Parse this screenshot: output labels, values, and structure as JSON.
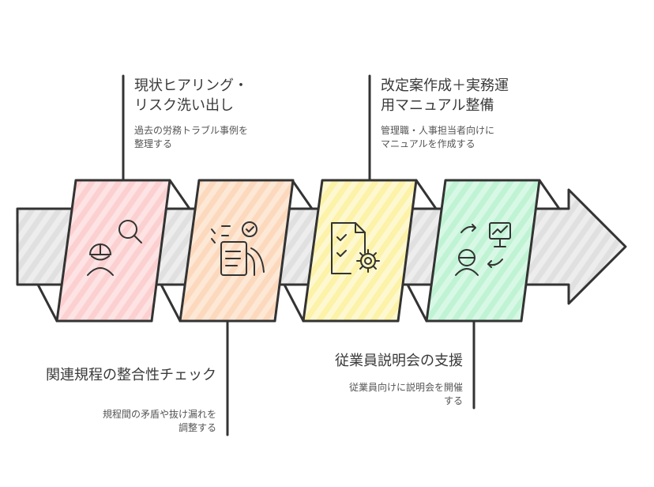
{
  "steps": [
    {
      "title_line1": "現状ヒアリング・",
      "title_line2": "リスク洗い出し",
      "desc_line1": "過去の労務トラブル事例を",
      "desc_line2": "整理する",
      "icon": "worker-search-icon",
      "color": "#fdd8d8"
    },
    {
      "title_line1": "関連規程の整合性チェック",
      "desc_line1": "規程間の矛盾や抜け漏れを",
      "desc_line2": "調整する",
      "icon": "checklist-hand-icon",
      "color": "#fde0c8"
    },
    {
      "title_line1": "改定案作成＋実務運",
      "title_line2": "用マニュアル整備",
      "desc_line1": "管理職・人事担当者向けに",
      "desc_line2": "マニュアルを作成する",
      "icon": "document-gear-icon",
      "color": "#fdf5b8"
    },
    {
      "title_line1": "従業員説明会の支援",
      "desc_line1": "従業員向けに説明会を開催",
      "desc_line2": "する",
      "icon": "presenter-board-icon",
      "color": "#c9f5dc"
    }
  ],
  "colors": {
    "stroke": "#333333",
    "arrow_fill": "#e6e6e6"
  }
}
